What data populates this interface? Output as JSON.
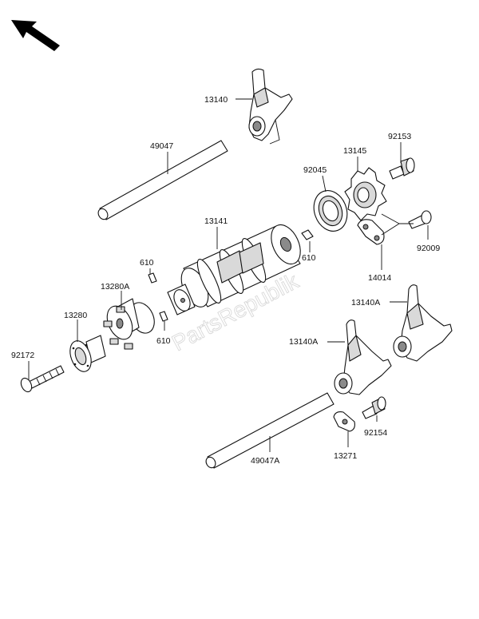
{
  "watermark": "PartsRepublik",
  "parts": [
    {
      "id": "p-13140",
      "label": "13140"
    },
    {
      "id": "p-49047",
      "label": "49047"
    },
    {
      "id": "p-13145",
      "label": "13145"
    },
    {
      "id": "p-92153",
      "label": "92153"
    },
    {
      "id": "p-92045",
      "label": "92045"
    },
    {
      "id": "p-13141",
      "label": "13141"
    },
    {
      "id": "p-610-right",
      "label": "610"
    },
    {
      "id": "p-92009",
      "label": "92009"
    },
    {
      "id": "p-14014",
      "label": "14014"
    },
    {
      "id": "p-610-upper",
      "label": "610"
    },
    {
      "id": "p-13280a",
      "label": "13280A"
    },
    {
      "id": "p-13140a-right",
      "label": "13140A"
    },
    {
      "id": "p-13280",
      "label": "13280"
    },
    {
      "id": "p-610-lower",
      "label": "610"
    },
    {
      "id": "p-13140a-left",
      "label": "13140A"
    },
    {
      "id": "p-92172",
      "label": "92172"
    },
    {
      "id": "p-92154",
      "label": "92154"
    },
    {
      "id": "p-13271",
      "label": "13271"
    },
    {
      "id": "p-49047a",
      "label": "49047A"
    }
  ]
}
